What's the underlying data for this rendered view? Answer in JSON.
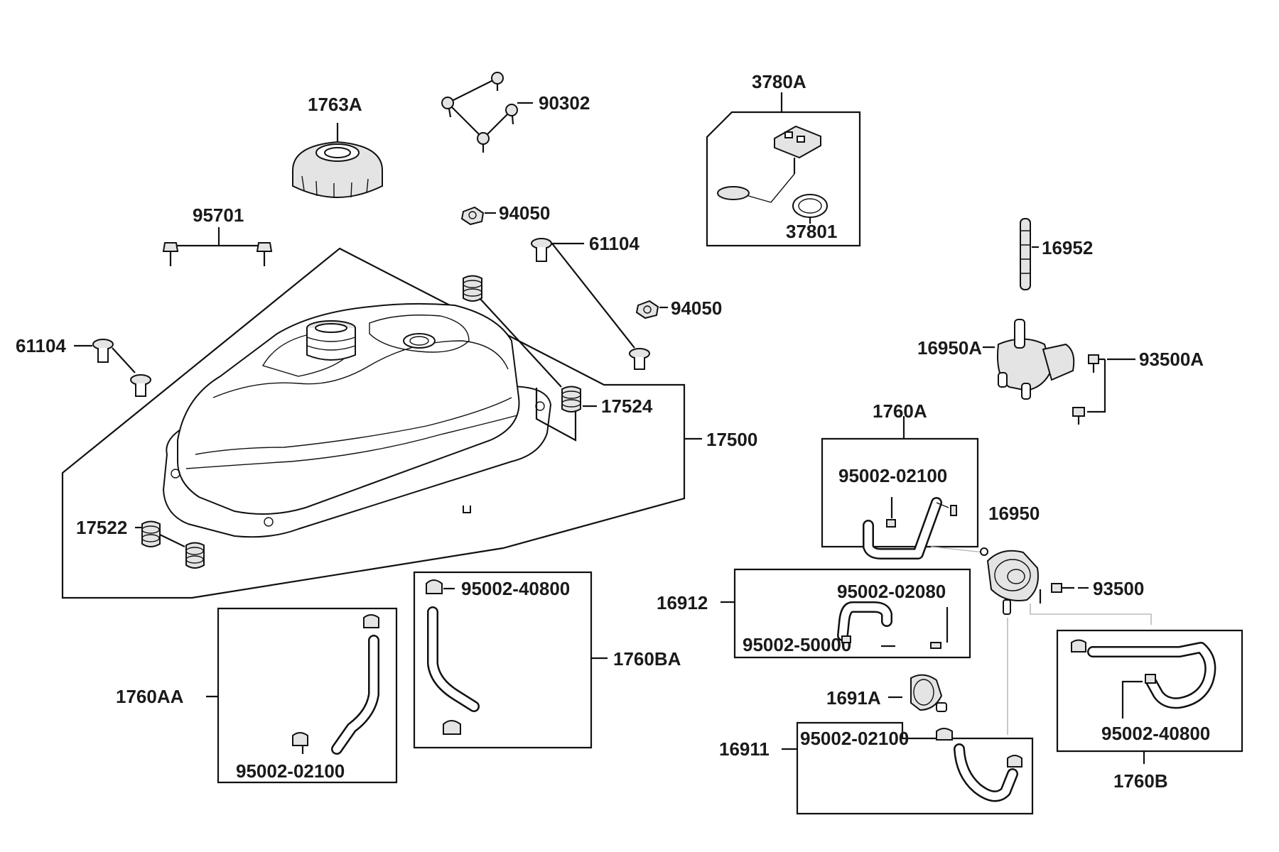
{
  "diagram_title": "",
  "labels": {
    "p_1763A": "1763A",
    "p_90302": "90302",
    "p_3780A": "3780A",
    "p_37801": "37801",
    "p_95701": "95701",
    "p_94050_a": "94050",
    "p_61104_top": "61104",
    "p_94050_b": "94050",
    "p_16952": "16952",
    "p_61104_left": "61104",
    "p_16950A": "16950A",
    "p_93500A": "93500A",
    "p_17524": "17524",
    "p_1760A": "1760A",
    "p_17500": "17500",
    "p_95002_02100_a": "95002-02100",
    "p_16950": "16950",
    "p_17522": "17522",
    "p_95002_40800_a": "95002-40800",
    "p_95002_02080": "95002-02080",
    "p_16912": "16912",
    "p_93500": "93500",
    "p_1760BA": "1760BA",
    "p_95002_50000": "95002-50000",
    "p_1760AA": "1760AA",
    "p_1691A": "1691A",
    "p_95002_40800_b": "95002-40800",
    "p_16911": "16911",
    "p_95002_02100_b": "95002-02100",
    "p_95002_02100_c": "95002-02100",
    "p_1760B": "1760B"
  },
  "icons": {
    "fuel_cap": "fuel-cap-icon",
    "fuel_tank": "fuel-tank-icon",
    "fuel_pump": "fuel-pump-icon",
    "fuel_filter": "fuel-filter-icon",
    "fuel_cock": "fuel-cock-icon",
    "fuel_gauge": "fuel-gauge-sender-icon"
  },
  "colors": {
    "line": "#111111",
    "background": "#ffffff",
    "fill": "#e4e4e4"
  }
}
